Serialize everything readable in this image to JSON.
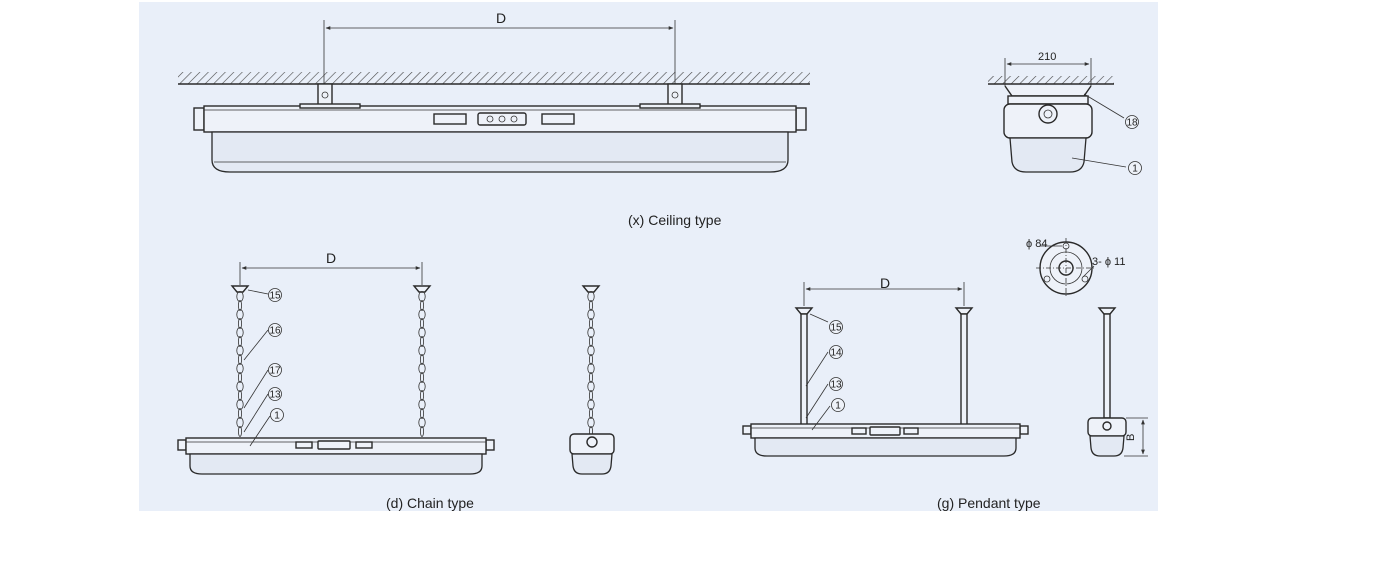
{
  "captions": {
    "ceiling": "(x) Ceiling type",
    "chain": "(d) Chain type",
    "pendant": "(g) Pendant type"
  },
  "dimensions": {
    "ceiling_spacing": "D",
    "ceiling_side_width": "210",
    "chain_spacing": "D",
    "pendant_spacing": "D",
    "flange_diameter": "ϕ 84",
    "flange_holes": "3- ϕ 11",
    "pendant_height": "B"
  },
  "callouts": {
    "ceiling_side": [
      "18",
      "1"
    ],
    "chain": [
      "15",
      "16",
      "17",
      "13",
      "1"
    ],
    "pendant": [
      "15",
      "14",
      "13",
      "1"
    ]
  },
  "colors": {
    "sheet": "#e9eff9",
    "line": "#2a2a2a"
  }
}
